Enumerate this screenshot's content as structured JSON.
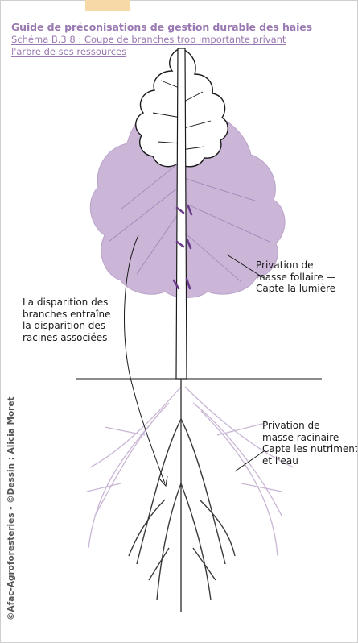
{
  "header": {
    "title": "Guide de préconisations de gestion durable des haies",
    "subtitle_line1": "Schéma B.3.8 : Coupe de branches trop importante privant",
    "subtitle_line2": "l'arbre de ses ressources"
  },
  "labels": {
    "left": [
      "La disparition des",
      "branches entraîne",
      "la disparition des",
      "racines associées"
    ],
    "leaf": [
      "Privation de",
      "masse follaire —",
      "Capte la lumière"
    ],
    "root": [
      "Privation de",
      "masse racinaire —",
      "Capte les nutriments",
      "et l'eau"
    ]
  },
  "credit": "©Afac-Agroforesteries - ©Dessin : Alicia Moret",
  "colors": {
    "accent": "#9a79b2",
    "removed_canopy": "#cbb6d8",
    "removed_roots": "#c9b6d4",
    "ink": "#1a1a1a",
    "cut_marks": "#6b3a8a"
  }
}
